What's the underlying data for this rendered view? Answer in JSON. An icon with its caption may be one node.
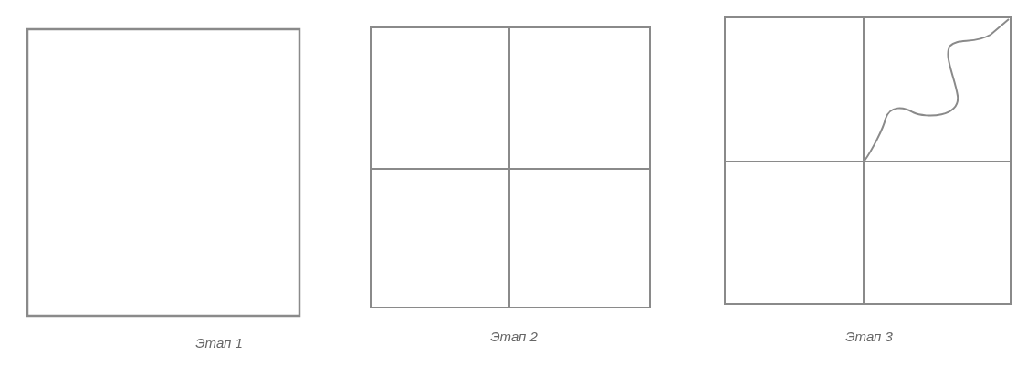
{
  "diagram": {
    "labels": [
      "Этап 1",
      "Этап 2",
      "Этап 3"
    ]
  }
}
